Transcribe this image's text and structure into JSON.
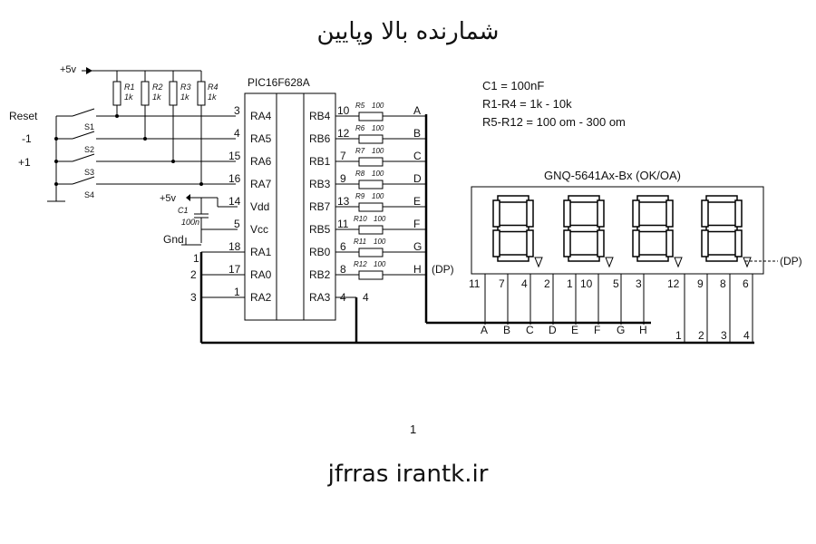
{
  "title": "شمارنده بالا وپایین",
  "page_number": "1",
  "credit": "jfrras irantk.ir",
  "supply": {
    "plus5v": "+5v",
    "gnd": "Gnd"
  },
  "chip": {
    "name": "PIC16F628A",
    "left_pins": [
      {
        "num": "3",
        "label": "RA4"
      },
      {
        "num": "4",
        "label": "RA5"
      },
      {
        "num": "15",
        "label": "RA6"
      },
      {
        "num": "16",
        "label": "RA7"
      },
      {
        "num": "14",
        "label": "Vdd"
      },
      {
        "num": "5",
        "label": "Vcc"
      },
      {
        "num": "18",
        "label": "RA1"
      },
      {
        "num": "17",
        "label": "RA0"
      },
      {
        "num": "1",
        "label": "RA2"
      }
    ],
    "right_pins": [
      {
        "num": "10",
        "label": "RB4"
      },
      {
        "num": "12",
        "label": "RB6"
      },
      {
        "num": "7",
        "label": "RB1"
      },
      {
        "num": "9",
        "label": "RB3"
      },
      {
        "num": "13",
        "label": "RB7"
      },
      {
        "num": "11",
        "label": "RB5"
      },
      {
        "num": "6",
        "label": "RB0"
      },
      {
        "num": "8",
        "label": "RB2"
      },
      {
        "num": "4",
        "label": "RA3"
      }
    ]
  },
  "pullups": [
    {
      "name": "R1",
      "value": "1k"
    },
    {
      "name": "R2",
      "value": "1k"
    },
    {
      "name": "R3",
      "value": "1k"
    },
    {
      "name": "R4",
      "value": "1k"
    }
  ],
  "switches": [
    {
      "label": "Reset",
      "name": "S1"
    },
    {
      "label": "-1",
      "name": "S2"
    },
    {
      "label": "+1",
      "name": "S3"
    },
    {
      "label": "",
      "name": "S4"
    }
  ],
  "capacitor": {
    "name": "C1",
    "value": "100n"
  },
  "segment_resistors": [
    {
      "name": "R5",
      "value": "100",
      "net": "A"
    },
    {
      "name": "R6",
      "value": "100",
      "net": "B"
    },
    {
      "name": "R7",
      "value": "100",
      "net": "C"
    },
    {
      "name": "R8",
      "value": "100",
      "net": "D"
    },
    {
      "name": "R9",
      "value": "100",
      "net": "E"
    },
    {
      "name": "R10",
      "value": "100",
      "net": "F"
    },
    {
      "name": "R11",
      "value": "100",
      "net": "G"
    },
    {
      "name": "R12",
      "value": "100",
      "net": "H"
    }
  ],
  "dp_label": "(DP)",
  "digit_select_labels": [
    "1",
    "2",
    "3"
  ],
  "ra3_label": "4",
  "notes": [
    "C1 = 100nF",
    "R1-R4 = 1k - 10k",
    "R5-R12 = 100 om - 300 om"
  ],
  "display": {
    "name": "GNQ-5641Ax-Bx (OK/OA)",
    "pins": [
      "11",
      "7",
      "4",
      "2",
      "1",
      "10",
      "5",
      "3",
      "12",
      "9",
      "8",
      "6"
    ],
    "dp_label": "(DP)"
  },
  "bus_segment_labels": [
    "A",
    "B",
    "C",
    "D",
    "E",
    "F",
    "G",
    "H"
  ],
  "bus_digit_labels": [
    "1",
    "2",
    "3",
    "4"
  ]
}
